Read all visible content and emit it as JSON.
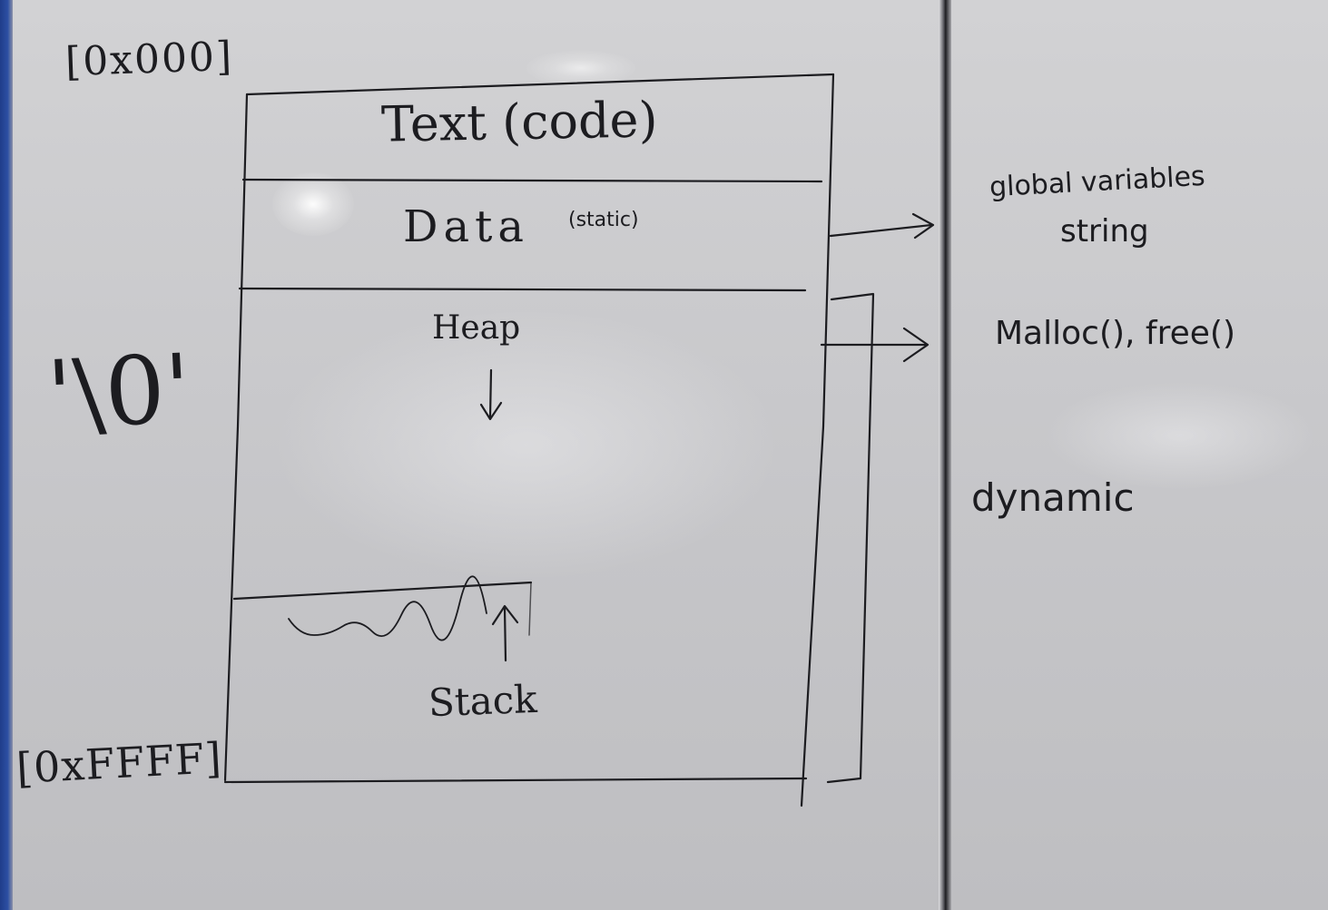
{
  "memory_layout": {
    "start_address": "[0x000]",
    "end_address": "[0xFFFF]",
    "null_char": "'\\0'",
    "segments": {
      "text": "Text (code)",
      "data": "Data",
      "data_note": "(static)",
      "heap": "Heap",
      "stack": "Stack"
    }
  },
  "notes": {
    "data_note_line1": "global variables",
    "data_note_line2": "string",
    "heap_note": "Malloc(), free()",
    "heap_kind": "dynamic"
  },
  "colors": {
    "ink": "#1c1c20",
    "board": "#c9c9cc",
    "frame_blue": "#2c4fa3"
  }
}
